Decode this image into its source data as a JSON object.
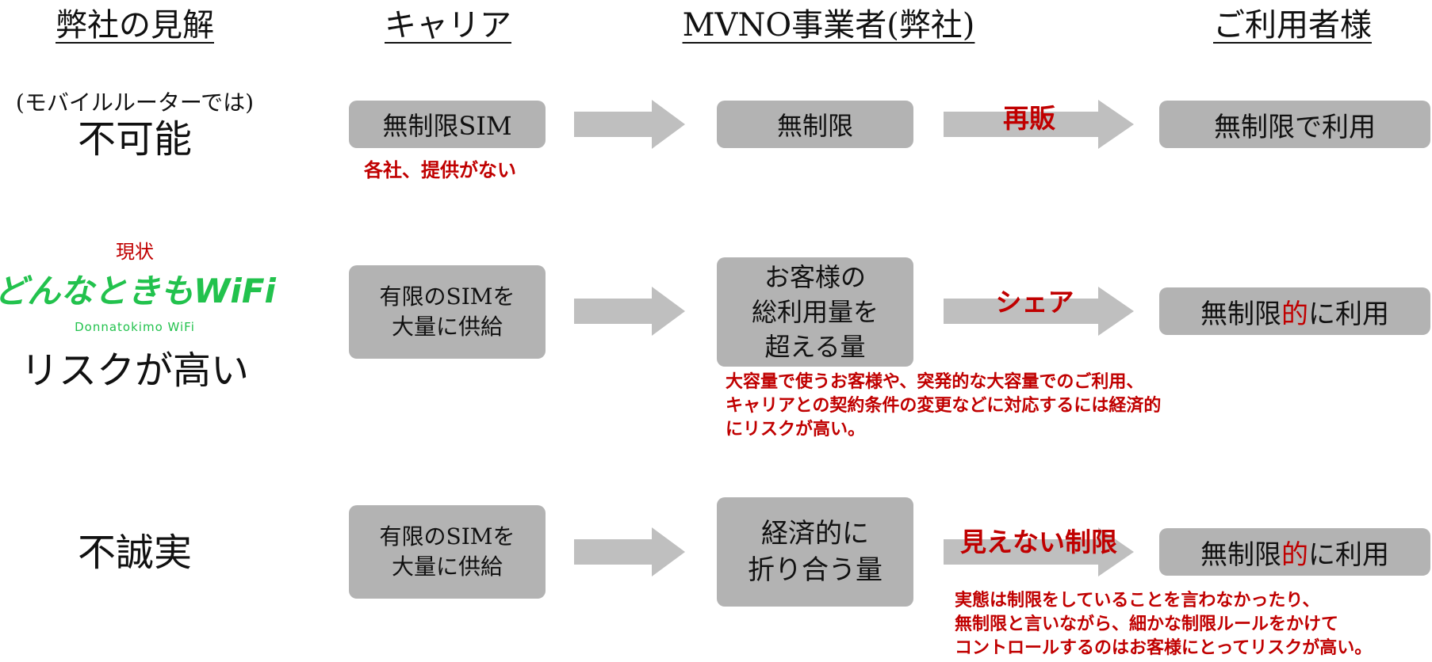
{
  "colors": {
    "box_fill": "#b3b3b3",
    "arrow_fill": "#bfbfbf",
    "accent_red": "#c00000",
    "logo_green": "#22c24d"
  },
  "headers": {
    "view": "弊社の見解",
    "carrier": "キャリア",
    "mvno": "MVNO事業者(弊社)",
    "user": "ご利用者様"
  },
  "rows": [
    {
      "view_pre": "(モバイルルーターでは)",
      "view_main": "不可能",
      "carrier_box": "無制限SIM",
      "carrier_note": "各社、提供がない",
      "mvno_box": "無制限",
      "arrow_label": "再販",
      "user_box": "無制限で利用"
    },
    {
      "view_status": "現状",
      "logo_mark": "どんなときもWiFi",
      "logo_sub": "Donnatokimo WiFi",
      "view_main": "リスクが高い",
      "carrier_box": "有限のSIMを\n大量に供給",
      "mvno_box": "お客様の\n総利用量を\n超える量",
      "arrow_label": "シェア",
      "user_box_a": "無制限",
      "user_box_b": "的",
      "user_box_c": "に利用",
      "note": "大容量で使うお客様や、突発的な大容量でのご利用、\nキャリアとの契約条件の変更などに対応するには経済的\nにリスクが高い。"
    },
    {
      "view_main": "不誠実",
      "carrier_box": "有限のSIMを\n大量に供給",
      "mvno_box": "経済的に\n折り合う量",
      "arrow_label": "見えない制限",
      "user_box_a": "無制限",
      "user_box_b": "的",
      "user_box_c": "に利用",
      "note": "実態は制限をしていることを言わなかったり、\n無制限と言いながら、細かな制限ルールをかけて\nコントロールするのはお客様にとってリスクが高い。"
    }
  ]
}
